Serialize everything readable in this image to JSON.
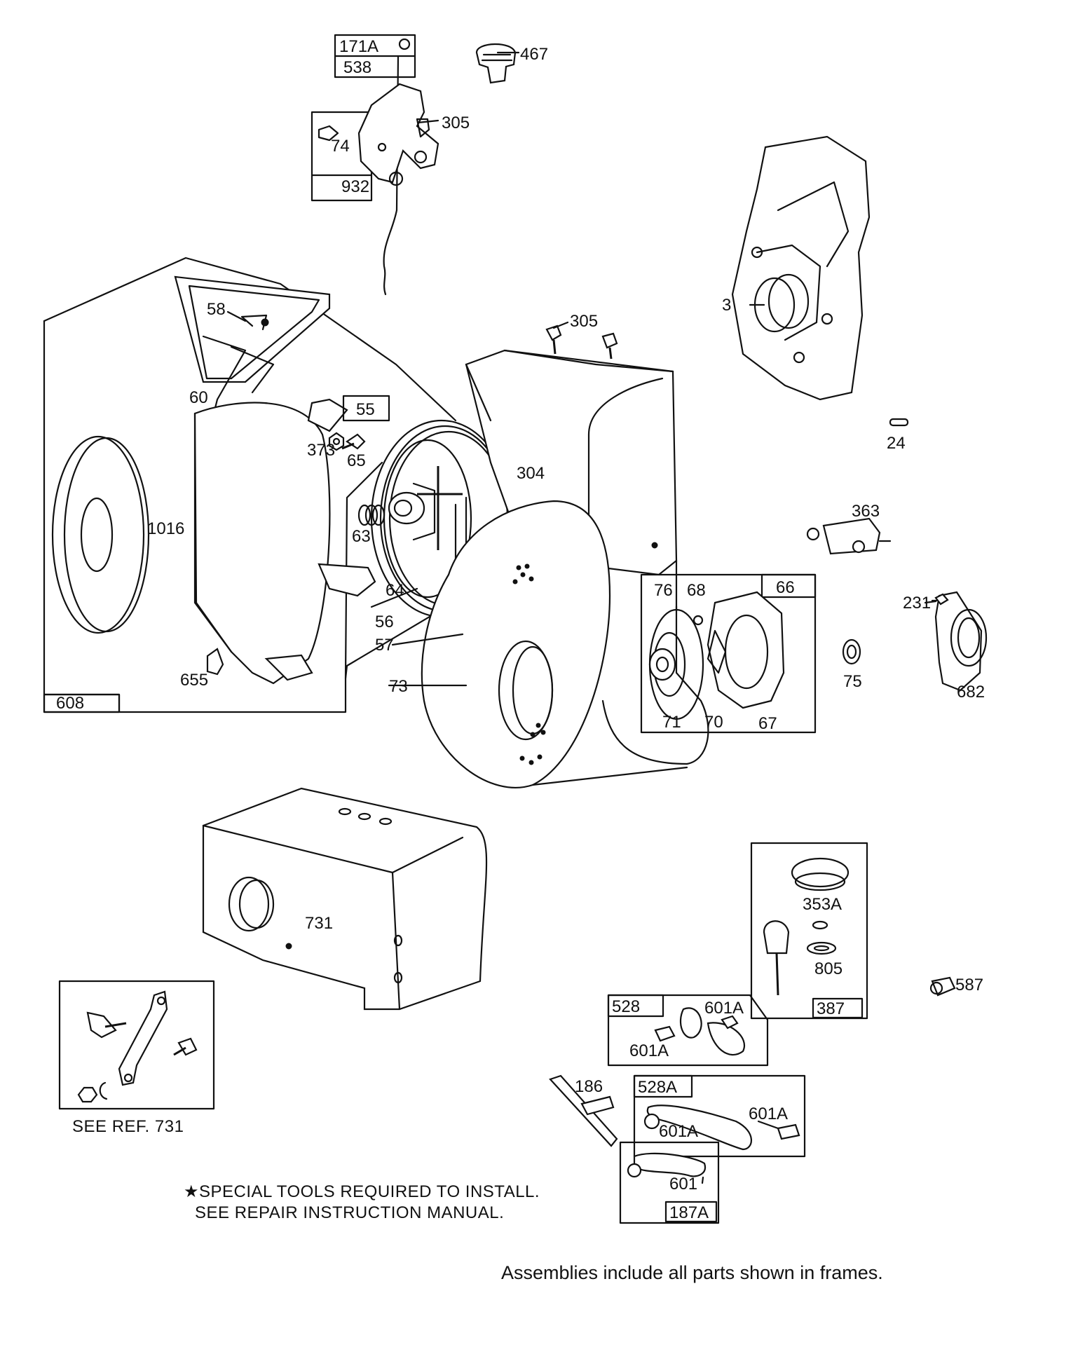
{
  "part_labels": {
    "p171a": "171A",
    "p538": "538",
    "p467": "467",
    "p305a": "305",
    "p74": "74",
    "p932": "932",
    "p58": "58",
    "p60": "60",
    "p55": "55",
    "p65": "65",
    "p373": "373",
    "p1016": "1016",
    "p63": "63",
    "p64": "64",
    "p56": "56",
    "p57": "57",
    "p73": "73",
    "p655": "655",
    "p608": "608",
    "p305b": "305",
    "p304": "304",
    "p3": "3",
    "p24": "24",
    "p363": "363",
    "p66": "66",
    "p76": "76",
    "p68": "68",
    "p71": "71",
    "p70": "70",
    "p67": "67",
    "p75": "75",
    "p231": "231",
    "p682": "682",
    "p731": "731",
    "p353a": "353A",
    "p805": "805",
    "p387": "387",
    "p587": "587",
    "p528": "528",
    "p601a_1": "601A",
    "p601a_2": "601A",
    "p186": "186",
    "p528a": "528A",
    "p601a_3": "601A",
    "p601a_4": "601A",
    "p601": "601",
    "p187a": "187A"
  },
  "notes": {
    "see_ref": "SEE REF. 731",
    "special_tools_line1": "★SPECIAL TOOLS REQUIRED TO INSTALL.",
    "special_tools_line2": "SEE REPAIR INSTRUCTION MANUAL.",
    "footer": "Assemblies include all parts shown in frames."
  }
}
